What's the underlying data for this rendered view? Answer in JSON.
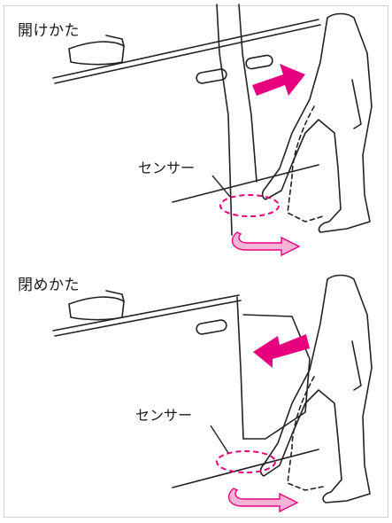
{
  "open_section": {
    "heading": "開けかた",
    "sensor_label": "センサー"
  },
  "close_section": {
    "heading": "閉めかた",
    "sensor_label": "センサー"
  },
  "colors": {
    "accent_magenta": "#e6007e",
    "line": "#222222"
  },
  "icons": {
    "open_arrow": "arrow-right-icon",
    "close_arrow": "arrow-left-icon",
    "kick_arrow": "curved-arrow-icon"
  }
}
